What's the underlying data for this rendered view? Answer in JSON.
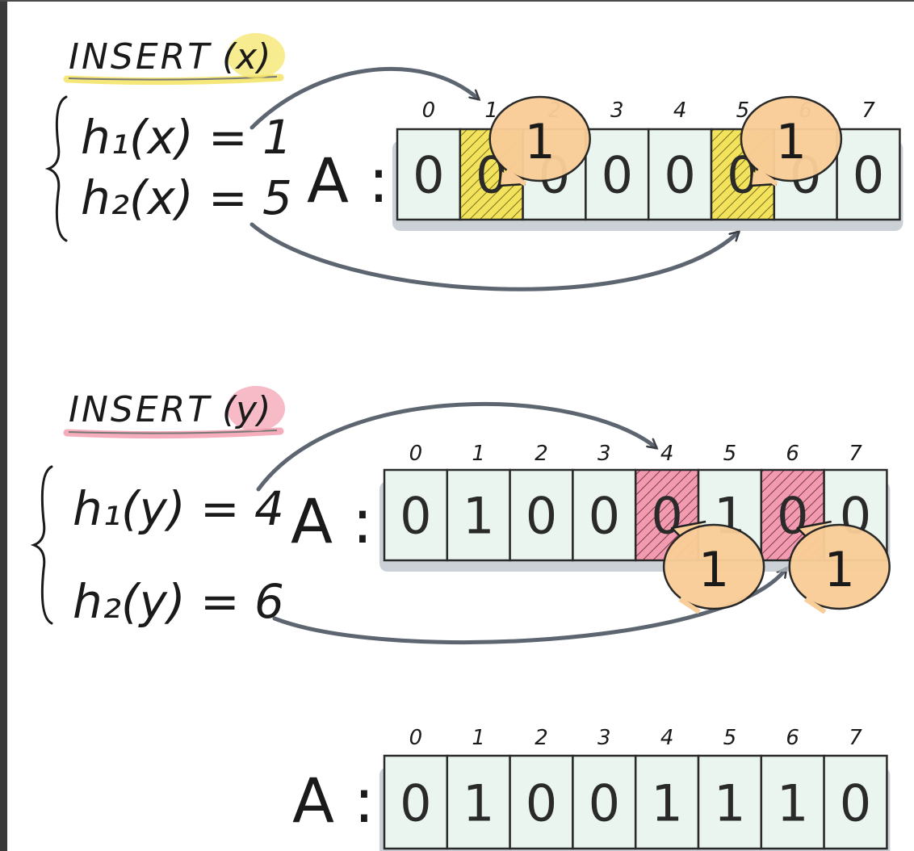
{
  "colors": {
    "cell_fill": "#e9f5ee",
    "cell_stroke": "#2a2a2a",
    "shadow": "#b9c2c9",
    "highlight_yellow": "#f2e25c",
    "highlight_pink": "#f29bb0",
    "bubble_fill": "#f9cd97",
    "bubble_stroke": "#222222",
    "arrow": "#5d6670",
    "underline_yellow": "#f4e66a",
    "underline_pink": "#f4a3b4"
  },
  "panels": [
    {
      "id": "insert-x",
      "title": "INSERT",
      "arg": "(x)",
      "hash_lines": [
        "h₁(x) = 1",
        "h₂(x) = 5"
      ],
      "array_label": "A :",
      "indices": [
        "0",
        "1",
        "2",
        "3",
        "4",
        "5",
        "6",
        "7"
      ],
      "cells": [
        "0",
        "0",
        "0",
        "0",
        "0",
        "0",
        "0",
        "0"
      ],
      "highlighted": [
        1,
        5
      ],
      "highlight": "yellow",
      "bubbles": [
        {
          "cell": 1,
          "value": "1",
          "pos": "above"
        },
        {
          "cell": 5,
          "value": "1",
          "pos": "above"
        }
      ]
    },
    {
      "id": "insert-y",
      "title": "INSERT",
      "arg": "(y)",
      "hash_lines": [
        "h₁(y) = 4",
        "h₂(y) = 6"
      ],
      "array_label": "A :",
      "indices": [
        "0",
        "1",
        "2",
        "3",
        "4",
        "5",
        "6",
        "7"
      ],
      "cells": [
        "0",
        "1",
        "0",
        "0",
        "0",
        "1",
        "0",
        "0"
      ],
      "highlighted": [
        4,
        6
      ],
      "highlight": "pink",
      "bubbles": [
        {
          "cell": 4,
          "value": "1",
          "pos": "below"
        },
        {
          "cell": 6,
          "value": "1",
          "pos": "below"
        }
      ]
    },
    {
      "id": "result",
      "array_label": "A :",
      "indices": [
        "0",
        "1",
        "2",
        "3",
        "4",
        "5",
        "6",
        "7"
      ],
      "cells": [
        "0",
        "1",
        "0",
        "0",
        "1",
        "1",
        "1",
        "0"
      ],
      "highlighted": [],
      "bubbles": []
    }
  ]
}
